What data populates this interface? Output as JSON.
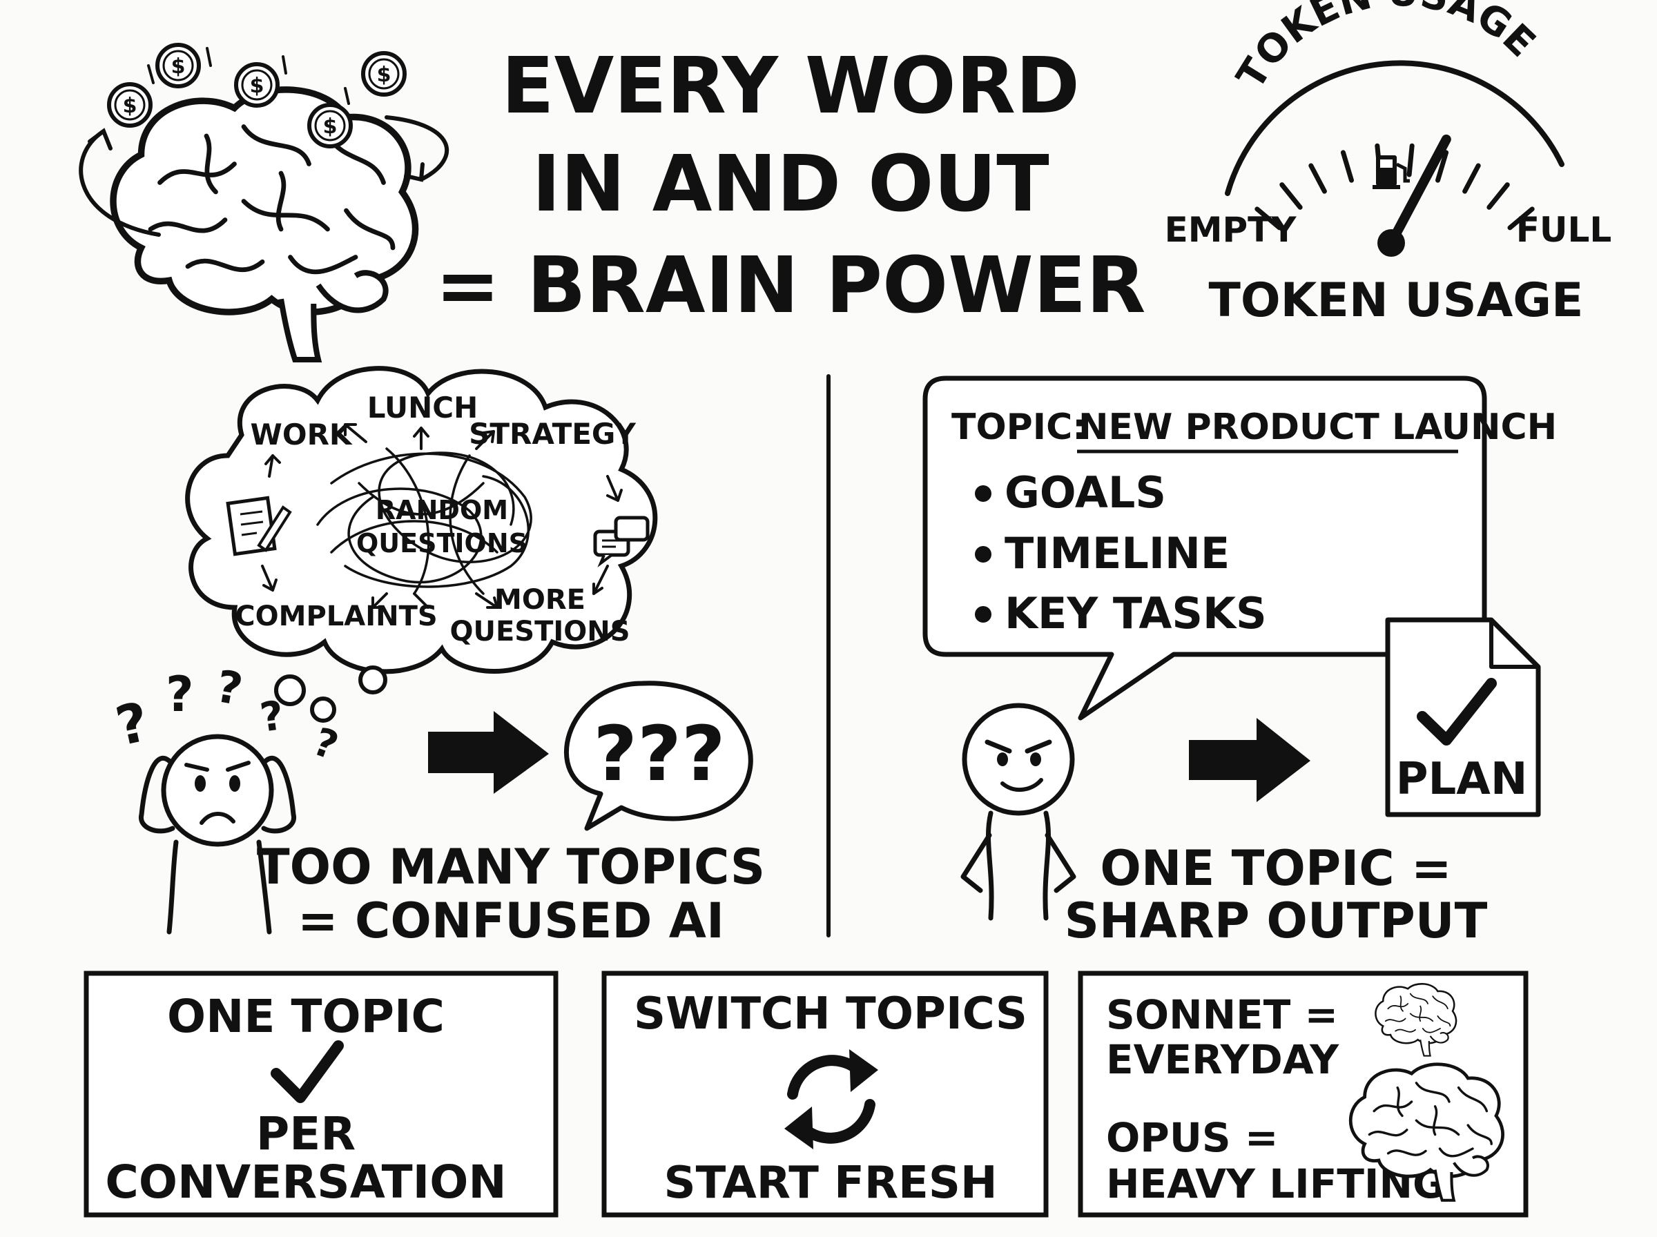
{
  "title": {
    "line1": "EVERY WORD",
    "line2": "IN AND OUT",
    "line3": "= BRAIN POWER"
  },
  "gauge": {
    "arc_label": "TOKEN USAGE",
    "empty_label": "EMPTY",
    "full_label": "FULL",
    "bottom_label": "TOKEN USAGE",
    "level": 0.78
  },
  "left_panel": {
    "cloud_words": {
      "work": "WORK",
      "lunch": "LUNCH",
      "strategy": "STRATEGY",
      "random1": "RANDOM",
      "random2": "QUESTIONS",
      "complaints": "COMPLAINTS",
      "more1": "MORE",
      "more2": "QUESTIONS"
    },
    "qmarks": "???",
    "caption1": "TOO MANY TOPICS",
    "caption2": "= CONFUSED AI"
  },
  "right_panel": {
    "topic_prefix": "TOPIC:",
    "topic_name": "NEW PRODUCT LAUNCH",
    "bullets": [
      "GOALS",
      "TIMELINE",
      "KEY TASKS"
    ],
    "doc_label": "PLAN",
    "caption1": "ONE TOPIC =",
    "caption2": "SHARP OUTPUT"
  },
  "box1": {
    "line1": "ONE TOPIC",
    "line2": "PER",
    "line3": "CONVERSATION"
  },
  "box2": {
    "line1": "SWITCH TOPICS",
    "line2": "START FRESH"
  },
  "box3": {
    "line1": "SONNET =",
    "line2": "EVERYDAY",
    "line3": "OPUS =",
    "line4": "HEAVY LIFTING"
  }
}
